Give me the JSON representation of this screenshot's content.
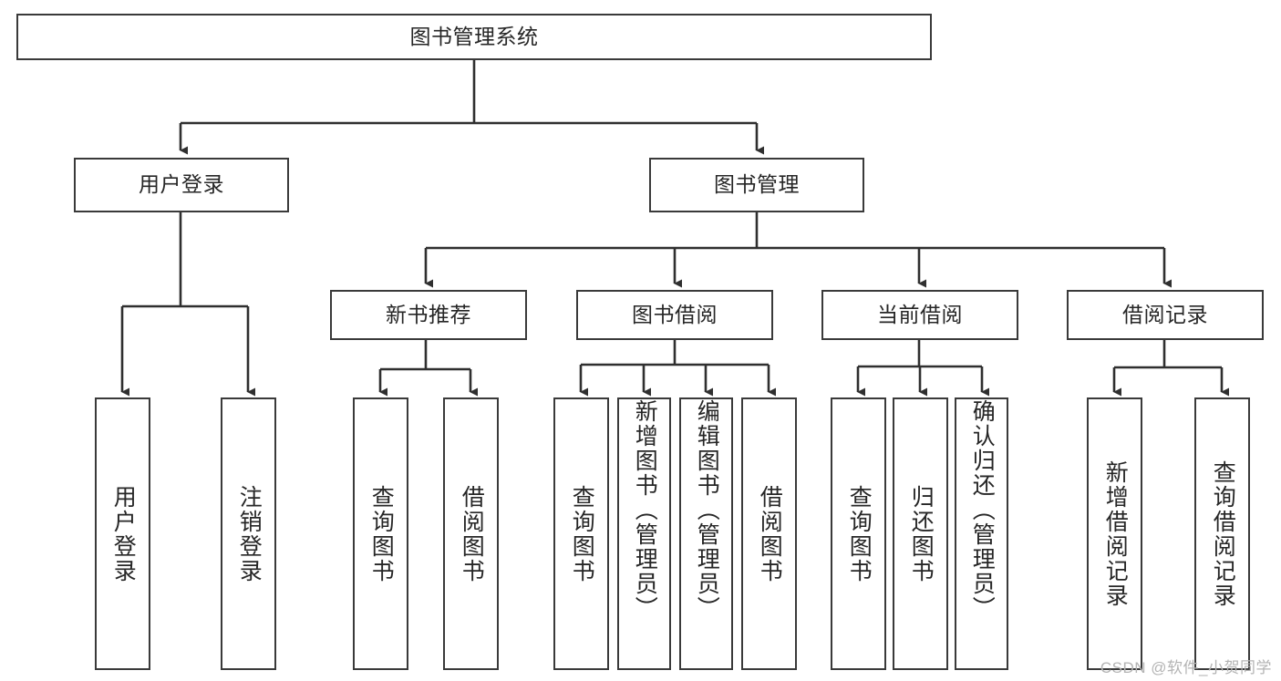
{
  "diagram": {
    "title_box": {
      "label": "图书管理系统"
    },
    "level2": [
      {
        "id": "user-login",
        "label": "用户登录"
      },
      {
        "id": "book-management",
        "label": "图书管理"
      }
    ],
    "level3": [
      {
        "id": "new-book-recommend",
        "label": "新书推荐"
      },
      {
        "id": "book-borrow",
        "label": "图书借阅"
      },
      {
        "id": "current-borrow",
        "label": "当前借阅"
      },
      {
        "id": "borrow-record",
        "label": "借阅记录"
      }
    ],
    "leaves": [
      {
        "id": "leaf-user-login",
        "label": "用户登录",
        "parent": "用户登录"
      },
      {
        "id": "leaf-logout",
        "label": "注销登录",
        "parent": "用户登录"
      },
      {
        "id": "leaf-query-book-1",
        "label": "查询图书",
        "parent": "新书推荐"
      },
      {
        "id": "leaf-borrow-book-1",
        "label": "借阅图书",
        "parent": "新书推荐"
      },
      {
        "id": "leaf-query-book-2",
        "label": "查询图书",
        "parent": "图书借阅"
      },
      {
        "id": "leaf-add-book",
        "label": "新增图书（管理员）",
        "parent": "图书借阅"
      },
      {
        "id": "leaf-edit-book",
        "label": "编辑图书（管理员）",
        "parent": "图书借阅"
      },
      {
        "id": "leaf-borrow-book-2",
        "label": "借阅图书",
        "parent": "图书借阅"
      },
      {
        "id": "leaf-query-book-3",
        "label": "查询图书",
        "parent": "当前借阅"
      },
      {
        "id": "leaf-return-book",
        "label": "归还图书",
        "parent": "当前借阅"
      },
      {
        "id": "leaf-confirm-return",
        "label": "确认归还（管理员）",
        "parent": "当前借阅"
      },
      {
        "id": "leaf-add-record",
        "label": "新增借阅记录",
        "parent": "借阅记录"
      },
      {
        "id": "leaf-query-record",
        "label": "查询借阅记录",
        "parent": "借阅记录"
      }
    ],
    "watermark": "CSDN @软件_小贺同学",
    "colors": {
      "border": "#3a3a3a",
      "text": "#262626",
      "background": "#ffffff",
      "connector": "#2f2f2f",
      "watermark": "#b4b4b4"
    }
  }
}
